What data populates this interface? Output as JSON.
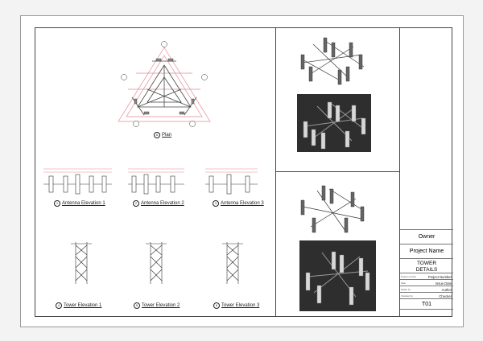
{
  "sheet": {
    "views": [
      {
        "id": "A",
        "title": "Plan"
      },
      {
        "id": "1",
        "title": "Antenna Elevation 1"
      },
      {
        "id": "2",
        "title": "Antenna Elevation 2"
      },
      {
        "id": "3",
        "title": "Antenna Elevation 3"
      },
      {
        "id": "4",
        "title": "Tower Elevation 1"
      },
      {
        "id": "5",
        "title": "Tower Elevation 2"
      },
      {
        "id": "6",
        "title": "Tower Elevation 3"
      }
    ]
  },
  "title_block": {
    "owner": "Owner",
    "project_name": "Project Name",
    "sheet_title_line1": "TOWER",
    "sheet_title_line2": "DETAILS",
    "rows": [
      {
        "key": "Project number",
        "value": "Project Number"
      },
      {
        "key": "Date",
        "value": "Issue Date"
      },
      {
        "key": "Drawn by",
        "value": "Author"
      },
      {
        "key": "Checked by",
        "value": "Checker"
      }
    ],
    "sheet_number": "T01"
  }
}
